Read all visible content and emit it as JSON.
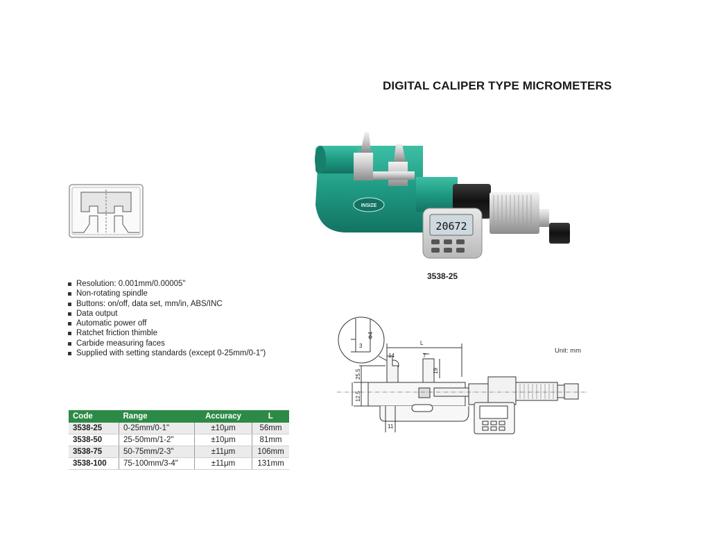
{
  "page": {
    "title": "DIGITAL CALIPER TYPE MICROMETERS",
    "model_caption": "3538-25",
    "unit_label": "Unit: mm"
  },
  "product_photo": {
    "display_reading": "20672",
    "brand_label": "INSIZE"
  },
  "features": [
    "Resolution: 0.001mm/0.00005\"",
    "Non-rotating spindle",
    "Buttons: on/off, data set, mm/in, ABS/INC",
    "Data output",
    "Automatic power off",
    "Ratchet friction thimble",
    "Carbide measuring faces",
    "Supplied with setting standards (except 0-25mm/0-1\")"
  ],
  "spec_table": {
    "headers": [
      "Code",
      "Range",
      "Accuracy",
      "L"
    ],
    "rows": [
      [
        "3538-25",
        "0-25mm/0-1\"",
        "±10μm",
        "56mm"
      ],
      [
        "3538-50",
        "25-50mm/1-2\"",
        "±10μm",
        "81mm"
      ],
      [
        "3538-75",
        "50-75mm/2-3\"",
        "±11μm",
        "106mm"
      ],
      [
        "3538-100",
        "75-100mm/3-4\"",
        "±11μm",
        "131mm"
      ]
    ],
    "header_color": "#2d8a46"
  },
  "drawing": {
    "dim_L": "L",
    "dim_phi4": "Φ4",
    "dim_3": "3",
    "dim_14": "14",
    "dim_7": "7",
    "dim_19": "19",
    "dim_25_5": "25.5",
    "dim_12_5": "12.5",
    "dim_11": "11"
  },
  "colors": {
    "body_green": "#1f9a82",
    "body_green_dark": "#137363",
    "lcd": "#cdd9df"
  }
}
